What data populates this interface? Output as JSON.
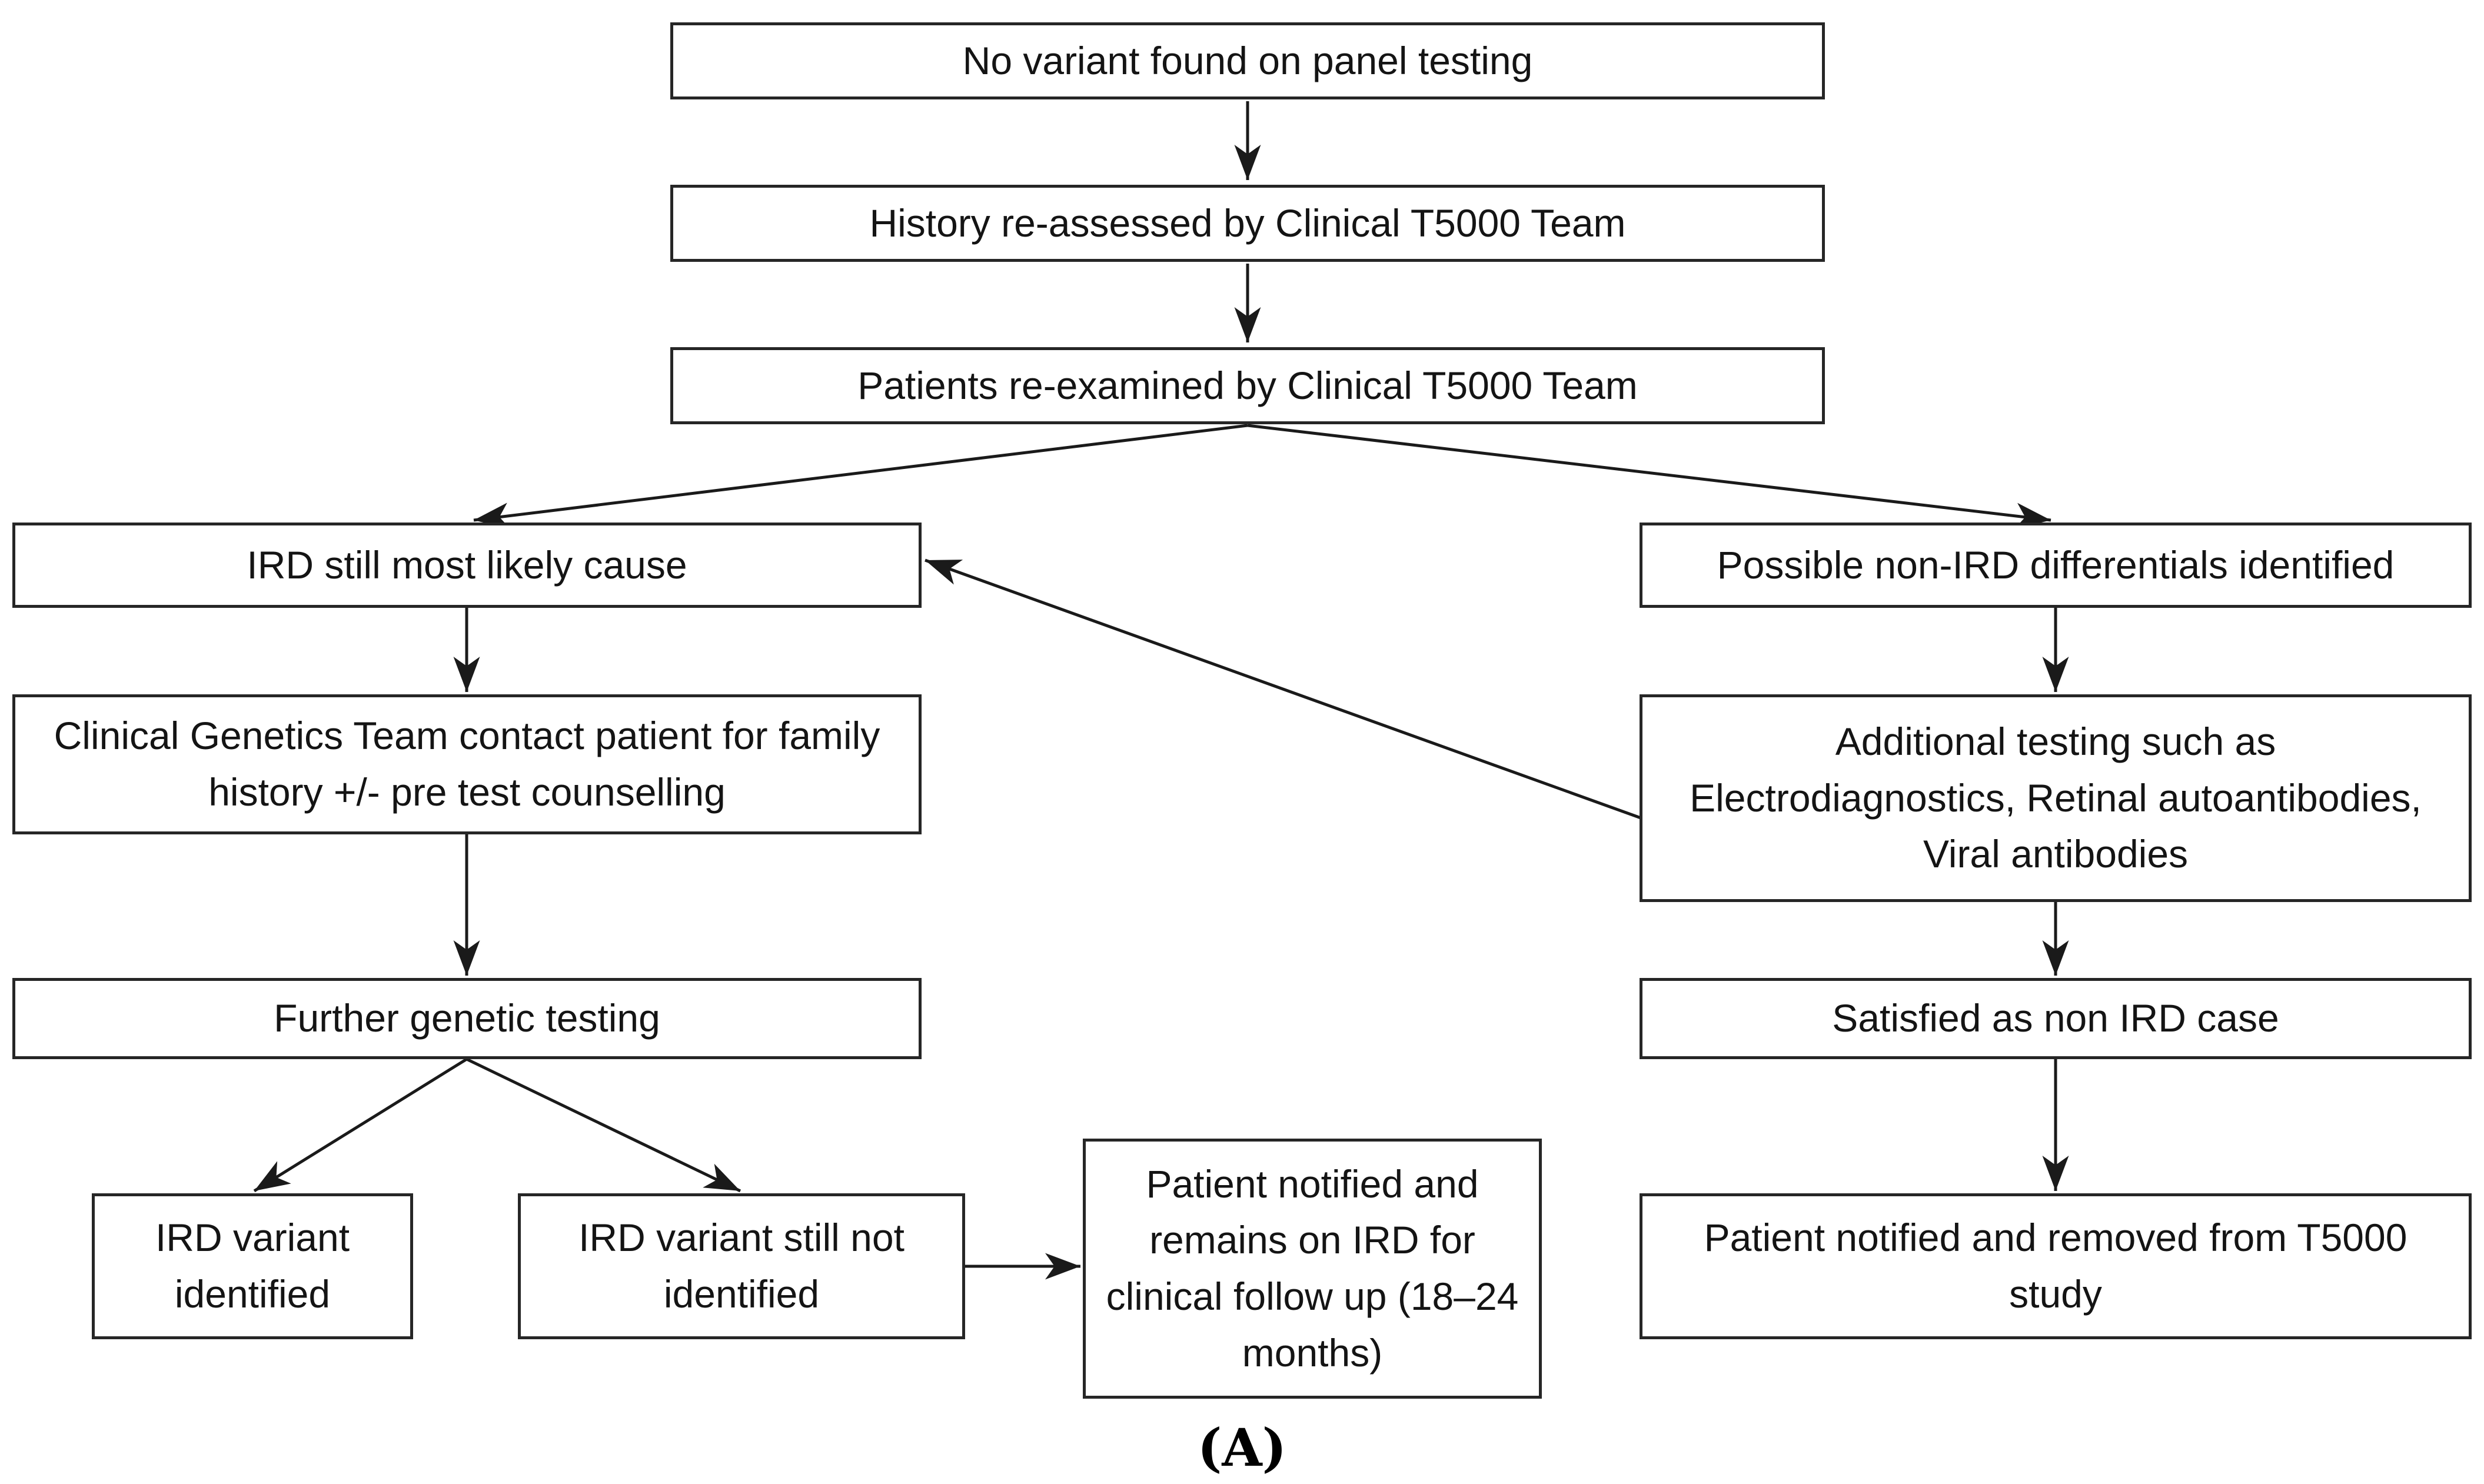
{
  "figure_label": "(A)",
  "colors": {
    "background": "#ffffff",
    "box_fill": "#ffffff",
    "box_border": "#262626",
    "text": "#141414",
    "arrow": "#1a1a1a"
  },
  "nodes": [
    {
      "id": "no-variant",
      "text": "No variant found on panel testing"
    },
    {
      "id": "history-reassessed",
      "text": "History re-assessed by Clinical T5000 Team"
    },
    {
      "id": "patients-reexamined",
      "text": "Patients re-examined by Clinical T5000 Team"
    },
    {
      "id": "ird-likely",
      "text": "IRD still most likely cause"
    },
    {
      "id": "non-ird-differentials",
      "text": "Possible non-IRD differentials identified"
    },
    {
      "id": "genetics-contact",
      "text": "Clinical Genetics Team contact patient for family history +/- pre test counselling"
    },
    {
      "id": "additional-testing",
      "text": "Additional testing such as Electrodiagnostics, Retinal autoantibodies, Viral antibodies"
    },
    {
      "id": "further-testing",
      "text": "Further genetic testing"
    },
    {
      "id": "satisfied-non-ird",
      "text": "Satisfied  as non IRD case"
    },
    {
      "id": "variant-identified",
      "text": "IRD variant identified"
    },
    {
      "id": "variant-not-identified",
      "text": "IRD variant still not identified"
    },
    {
      "id": "remains-ird",
      "text": "Patient notified and remains on IRD for clinical follow up (18–24 months)"
    },
    {
      "id": "removed-study",
      "text": "Patient notified and removed from T5000 study"
    }
  ],
  "edges": [
    {
      "from": "no-variant",
      "to": "history-reassessed"
    },
    {
      "from": "history-reassessed",
      "to": "patients-reexamined"
    },
    {
      "from": "patients-reexamined",
      "to": "ird-likely"
    },
    {
      "from": "patients-reexamined",
      "to": "non-ird-differentials"
    },
    {
      "from": "ird-likely",
      "to": "genetics-contact"
    },
    {
      "from": "genetics-contact",
      "to": "further-testing"
    },
    {
      "from": "further-testing",
      "to": "variant-identified"
    },
    {
      "from": "further-testing",
      "to": "variant-not-identified"
    },
    {
      "from": "variant-not-identified",
      "to": "remains-ird"
    },
    {
      "from": "non-ird-differentials",
      "to": "additional-testing"
    },
    {
      "from": "additional-testing",
      "to": "ird-likely"
    },
    {
      "from": "additional-testing",
      "to": "satisfied-non-ird"
    },
    {
      "from": "satisfied-non-ird",
      "to": "removed-study"
    }
  ]
}
